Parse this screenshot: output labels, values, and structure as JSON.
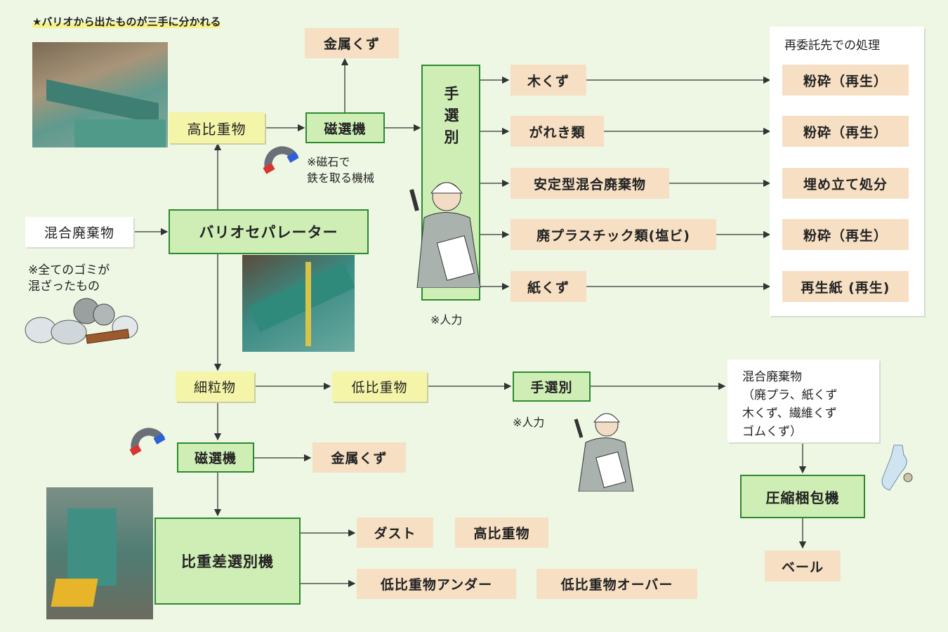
{
  "header": {
    "note": "★バリオから出たものが三手に分かれる"
  },
  "input": {
    "label": "混合廃棄物",
    "note_line1": "※全てのゴミが",
    "note_line2": "混ざったもの"
  },
  "separator": {
    "label": "バリオセパレーター"
  },
  "top_branch": {
    "heavy": "高比重物",
    "magnet": "磁選機",
    "metal": "金属くず",
    "magnet_note_line1": "※磁石で",
    "magnet_note_line2": "鉄を取る機械",
    "hand_sort": "手選別",
    "hand_note": "※人力",
    "items": [
      "木くず",
      "がれき類",
      "安定型混合廃棄物",
      "廃プラスチック類(塩ビ)",
      "紙くず"
    ]
  },
  "contractor": {
    "title": "再委託先での処理",
    "results": [
      "粉砕（再生）",
      "粉砕（再生）",
      "埋め立て処分",
      "粉砕（再生）",
      "再生紙 (再生)"
    ]
  },
  "middle_branch": {
    "fine": "細粒物",
    "light": "低比重物",
    "hand_sort": "手選別",
    "hand_note": "※人力",
    "mixed_title": "混合廃棄物",
    "mixed_lines": [
      "（廃プラ、紙くず",
      "木くず、繊維くず",
      "ゴムくず）"
    ],
    "baler": "圧縮梱包機",
    "bale": "ベール"
  },
  "bottom_branch": {
    "magnet": "磁選機",
    "metal": "金属くず",
    "gravity_sorter": "比重差選別機",
    "outputs": [
      "ダスト",
      "高比重物",
      "低比重物アンダー",
      "低比重物オーバー"
    ]
  },
  "colors": {
    "background": "#eef7e4",
    "green_border": "#2b8a2f",
    "green_fill": "#cfeeb6",
    "beige": "#f6dfc3",
    "yellow": "#f4f5a8"
  }
}
